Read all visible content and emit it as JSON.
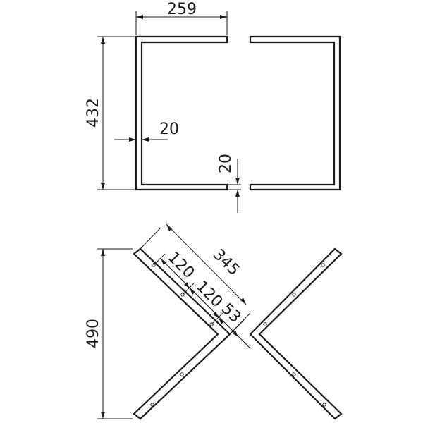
{
  "top_view": {
    "width_dim": "259",
    "height_dim": "432",
    "wall_dim": "20",
    "gap_dim": "20"
  },
  "bottom_view": {
    "height_dim": "490",
    "length_dim": "345",
    "hole_spacing_1": "120",
    "hole_spacing_2": "120",
    "end_offset": "53"
  }
}
